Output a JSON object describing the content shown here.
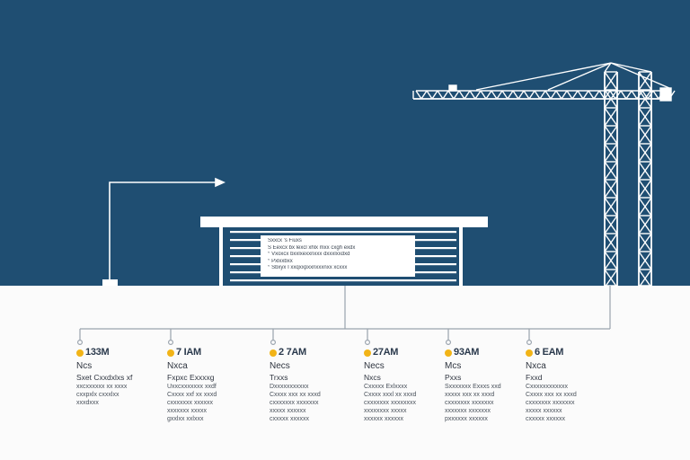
{
  "colors": {
    "sky": "#1f4e72",
    "ground": "#fbfbfb",
    "line": "#ffffff",
    "marker": "#f2b417",
    "connector": "#9aa3ad"
  },
  "notice_board": {
    "lines": [
      "Sxxcx ’s Fiuxs",
      "S  Eexcx  bx  lexcl xhlx mxx cxgh exdx",
      "°  Vxoxcx  bxxlxexxnxxx  dxxxlxxdxd",
      "°  Pxlxxbxx",
      "°  Sbxyx  I  xxqxxpxxnxxxnxx  xcxxx"
    ]
  },
  "timeline": [
    {
      "time": "133M",
      "tag": "Ncs",
      "title": "Sxet Cxxdxlxs xf",
      "lines": [
        "xxcxxxxxx xx xxxx",
        "cxxpxlx cxxxlxx",
        "xxxdxxx"
      ]
    },
    {
      "time": "7 IAM",
      "tag": "Nxca",
      "title": "Fxpxc Exxxxg",
      "lines": [
        "Uxxcxxxxxxx xxdf",
        "Cxxxx xxf xx xxxd",
        "cxxxxxxx xxxxxx",
        "xxxxxxx xxxxx",
        "gxxlxx xxlxxx"
      ]
    },
    {
      "time": "2 7AM",
      "tag": "Necs",
      "title": "Trxxs",
      "lines": [
        "Dxxxxxxxxxxx",
        "Cxxxx xxx xx xxxd",
        "cxxxxxxx xxxxxxx",
        "xxxxx xxxxxx",
        "cxxxxx xxxxxx"
      ]
    },
    {
      "time": "27AM",
      "tag": "Necs",
      "title": "Nxcs",
      "lines": [
        "Cxxxxx Exlxxxx",
        "Cxxxx xxxl xx xxxd",
        "cxxxxxxx xxxxxxxx",
        "xxxxxxxx xxxxx",
        "xxxxxx xxxxxx"
      ]
    },
    {
      "time": "93AM",
      "tag": "Mcs",
      "title": "Pxxs",
      "lines": [
        "Sxxxxxxx Exxxs xxd",
        "xxxxx xxx xx xxxd",
        "cxxxxxxx xxxxxxx",
        "xxxxxxx xxxxxxx",
        "pxxxxxx xxxxxx"
      ]
    },
    {
      "time": "6 EAM",
      "tag": "Nxca",
      "title": "Fxxd",
      "lines": [
        "Cxxxxxxxxxxxx",
        "Cxxxx xxx xx xxxd",
        "cxxxxxxx xxxxxxx",
        "xxxxx xxxxxx",
        "cxxxxx xxxxxx"
      ]
    }
  ]
}
